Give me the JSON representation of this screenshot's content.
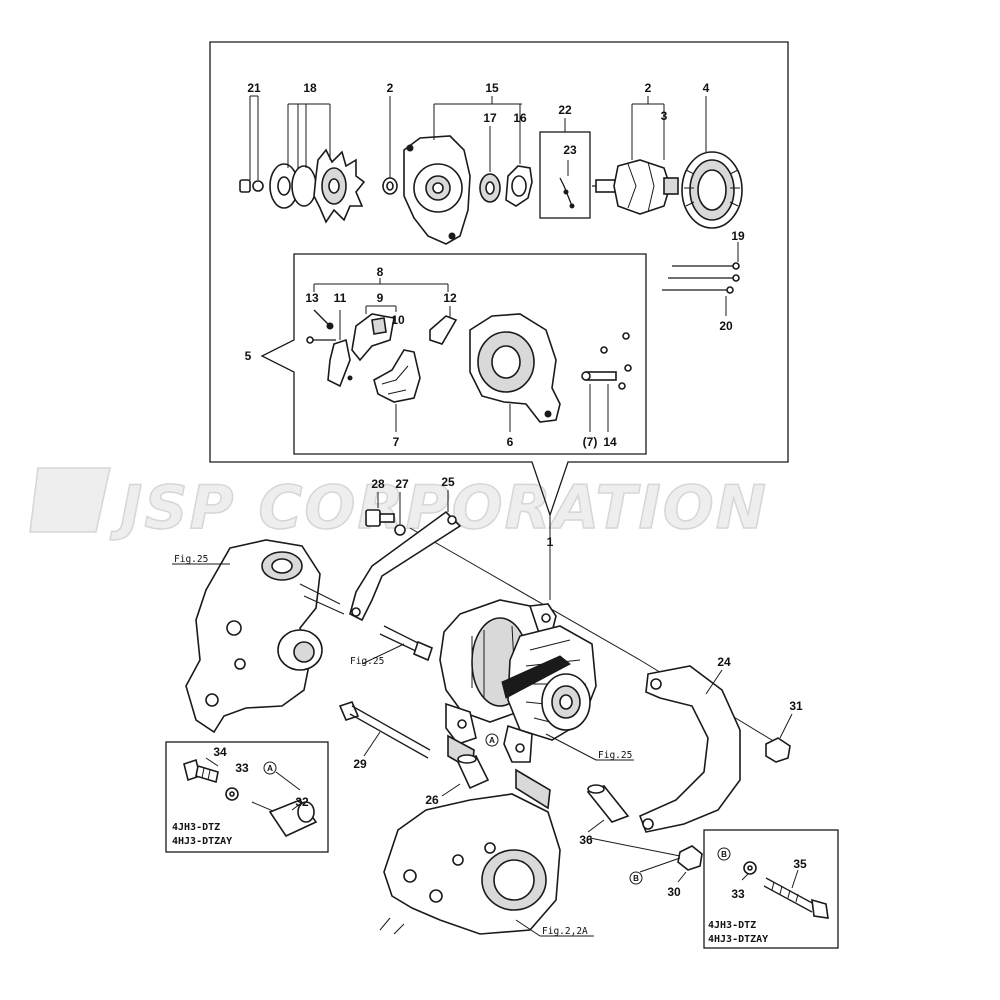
{
  "watermark": "JSP CORPORATION",
  "callouts": {
    "n1": "1",
    "n2a": "2",
    "n2b": "2",
    "n3": "3",
    "n4": "4",
    "n5": "5",
    "n6": "6",
    "n7": "7",
    "n7p": "(7)",
    "n8": "8",
    "n9": "9",
    "n10": "10",
    "n11": "11",
    "n12": "12",
    "n13": "13",
    "n14": "14",
    "n15": "15",
    "n16": "16",
    "n17": "17",
    "n18": "18",
    "n19": "19",
    "n20": "20",
    "n21": "21",
    "n22": "22",
    "n23": "23",
    "n24": "24",
    "n25": "25",
    "n26": "26",
    "n27": "27",
    "n28": "28",
    "n29": "29",
    "n30": "30",
    "n31": "31",
    "n32": "32",
    "n33a": "33",
    "n33b": "33",
    "n34": "34",
    "n35": "35",
    "n36": "36"
  },
  "figure_refs": {
    "fig25_pump": "Fig.25",
    "fig25_bolt": "Fig.25",
    "fig25_belt": "Fig.25",
    "fig2_2a": "Fig.2,2A"
  },
  "markers": {
    "a1": "A",
    "a2": "A",
    "b1": "B",
    "b2": "B"
  },
  "inset_left": {
    "line1": "4JH3-DTZ",
    "line2": "4HJ3-DTZAY"
  },
  "inset_right": {
    "line1": "4JH3-DTZ",
    "line2": "4HJ3-DTZAY"
  }
}
